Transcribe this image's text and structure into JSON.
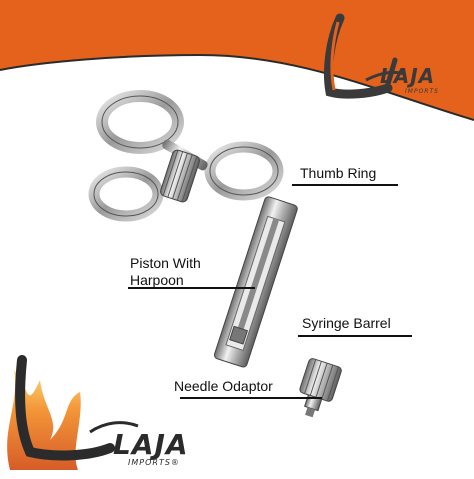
{
  "brand": {
    "name": "LAJA",
    "tagline_top": "IMPORTS",
    "tagline_bottom": "IMPORTS®",
    "accent": "#e4621c",
    "dark": "#3a3a3a"
  },
  "labels": {
    "thumb_ring": "Thumb Ring",
    "piston": "Piston With\nHarpoon",
    "barrel": "Syringe Barrel",
    "needle": "Needle Odaptor"
  },
  "colors": {
    "banner": "#e4621c",
    "metal": "#b8b8b8",
    "metal_dark": "#6e6e6e",
    "flame": "#f08a24"
  }
}
